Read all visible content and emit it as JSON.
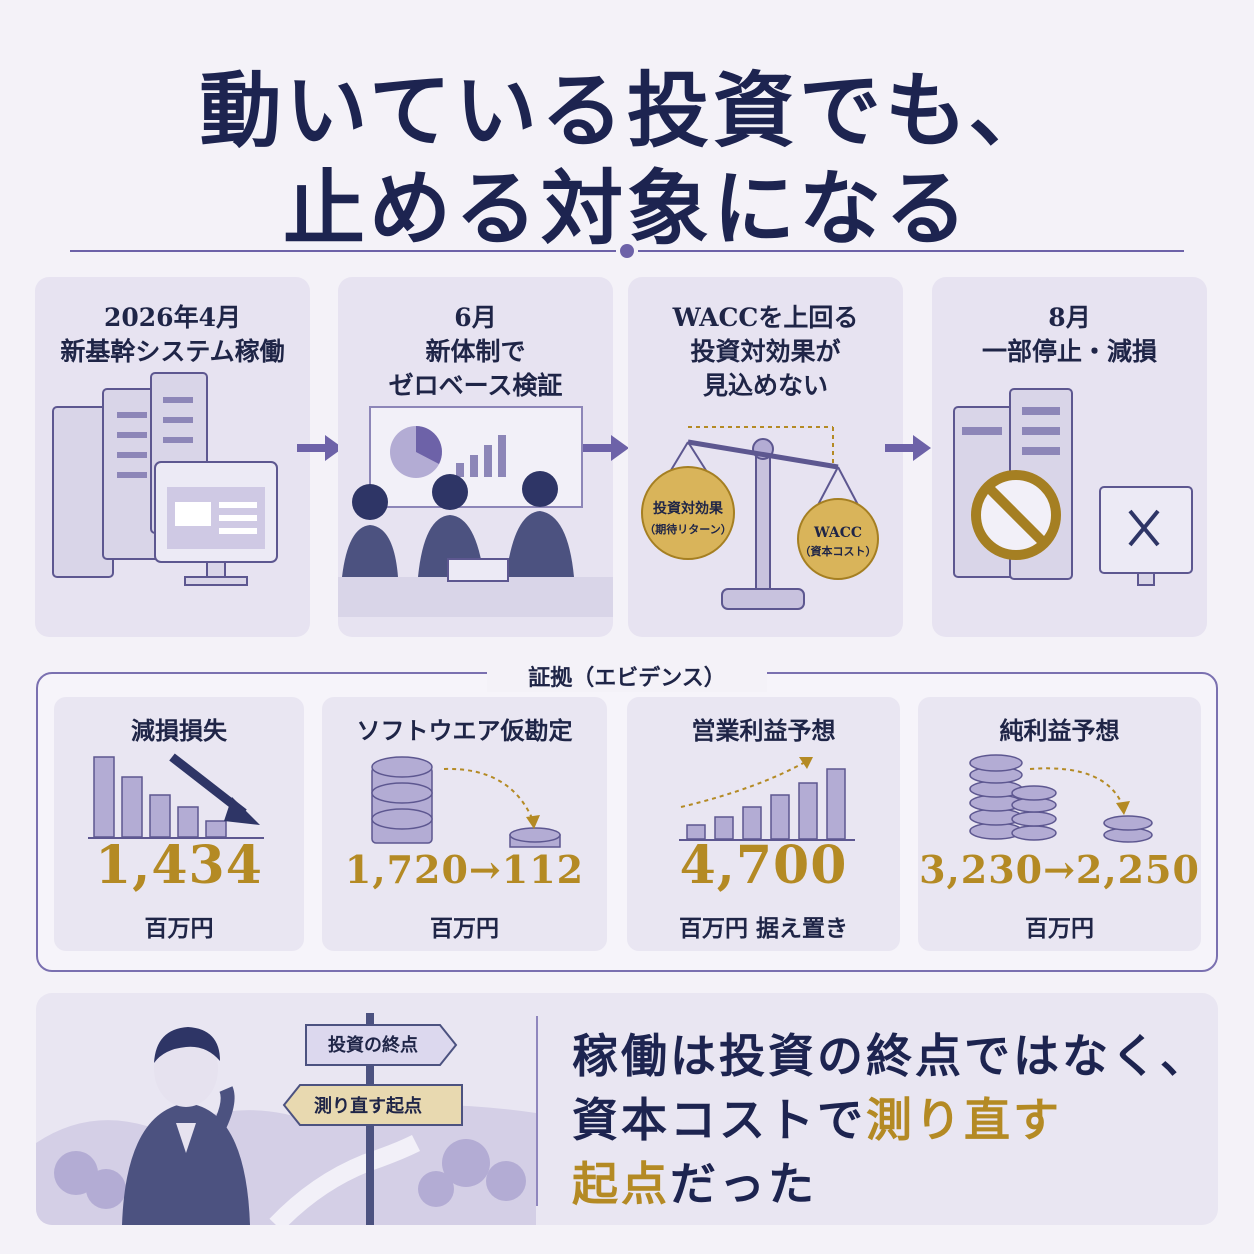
{
  "title": {
    "line1": "動いている投資でも、",
    "line2": "止める対象になる"
  },
  "steps": [
    {
      "line1": "2026年4月",
      "line2": "新基幹システム稼働",
      "line3": ""
    },
    {
      "line1": "6月",
      "line2": "新体制で",
      "line3": "ゼロベース検証"
    },
    {
      "line1": "WACCを上回る",
      "line2": "投資対効果が",
      "line3": "見込めない"
    },
    {
      "line1": "8月",
      "line2": "一部停止・減損",
      "line3": ""
    }
  ],
  "scale": {
    "left_label1": "投資対効果",
    "left_label2": "（期待リターン）",
    "right_label1": "WACC",
    "right_label2": "（資本コスト）"
  },
  "evidence": {
    "title": "証拠（エビデンス）",
    "cards": [
      {
        "title": "減損損失",
        "value": "1,434",
        "unit": "百万円"
      },
      {
        "title": "ソフトウエア仮勘定",
        "value": "1,720→112",
        "unit": "百万円"
      },
      {
        "title": "営業利益予想",
        "value": "4,700",
        "unit": "百万円 据え置き"
      },
      {
        "title": "純利益予想",
        "value": "3,230→2,250",
        "unit": "百万円"
      }
    ]
  },
  "signpost": {
    "sign1": "投資の終点",
    "sign2": "測り直す起点"
  },
  "message": {
    "line1": "稼働は投資の終点ではなく、",
    "line2_a": "資本コストで",
    "line2_b": "測り直す",
    "line3_a": "起点",
    "line3_b": "だった"
  },
  "colors": {
    "navy": "#1d2450",
    "gold": "#b48a24",
    "lavender": "#e7e3f1",
    "accent": "#6d62a8"
  }
}
